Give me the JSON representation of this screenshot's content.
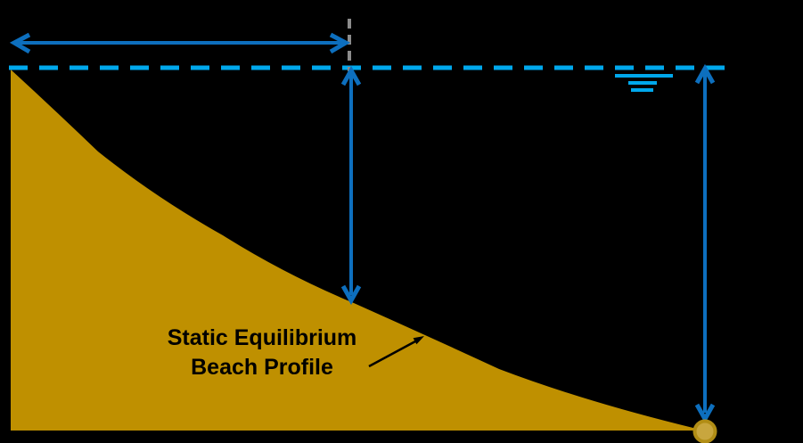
{
  "diagram": {
    "title": "Static Equilibrium Beach Profile diagram",
    "label": {
      "line1": "Static Equilibrium",
      "line2": "Beach Profile"
    },
    "icons": {
      "water_surface": "water-surface-symbol",
      "closure_point": "closure-depth-dot",
      "offshore_extent_arrow": "horizontal-double-arrow",
      "local_depth_arrow": "vertical-double-arrow",
      "closure_depth_arrow": "vertical-double-arrow"
    },
    "colors": {
      "background": "#000000",
      "sand": "#BF9000",
      "dot_fill": "#C8A63E",
      "dot_stroke": "#B18D15",
      "arrow_blue": "#0D6FBE",
      "water_dash_blue": "#00A8EC",
      "guide_gray": "#8C8C8C",
      "annotation_black": "#000000"
    }
  }
}
